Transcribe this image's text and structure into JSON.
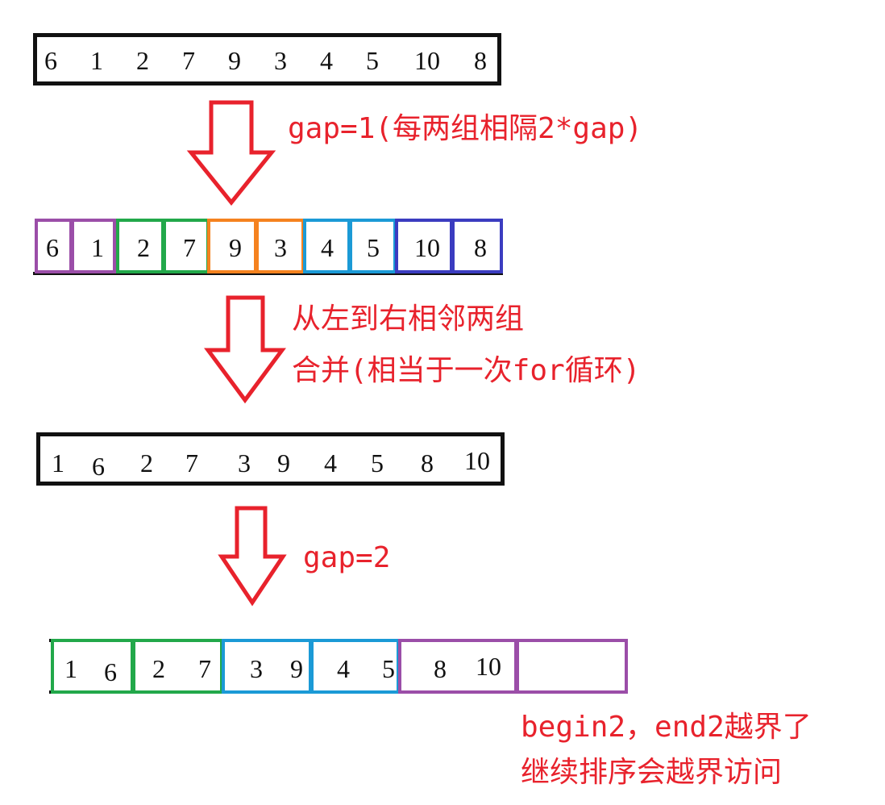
{
  "rows": [
    {
      "values": [
        "6",
        "1",
        "2",
        "7",
        "9",
        "3",
        "4",
        "5",
        "10",
        "8"
      ]
    },
    {
      "values": [
        "6",
        "1",
        "2",
        "7",
        "9",
        "3",
        "4",
        "5",
        "10",
        "8"
      ]
    },
    {
      "values": [
        "1",
        "6",
        "2",
        "7",
        "3",
        "9",
        "4",
        "5",
        "8",
        "10"
      ]
    },
    {
      "values": [
        "1",
        "6",
        "2",
        "7",
        "3",
        "9",
        "4",
        "5",
        "8",
        "10"
      ]
    }
  ],
  "labels": {
    "step1": "gap=1(每两组相隔2*gap)",
    "step2_line1": "从左到右相邻两组",
    "step2_line2": "合并(相当于一次for循环)",
    "step3": "gap=2",
    "note_line1": "begin2，end2越界了",
    "note_line2": "继续排序会越界访问"
  },
  "colors": {
    "arrow": "#e8222c",
    "label": "#e8222c",
    "black": "#111111",
    "purple": "#9b4ea8",
    "green": "#22a84a",
    "orange": "#f5821f",
    "light_blue": "#1b9ad6",
    "dark_blue": "#3b3cc0"
  }
}
